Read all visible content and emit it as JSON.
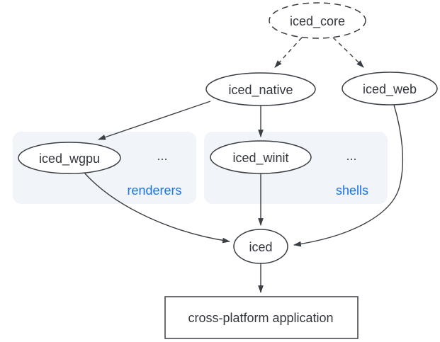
{
  "colors": {
    "edge_stroke": "#3a3f45",
    "node_fill": "#ffffff",
    "node_text": "#33373d",
    "group_fill": "#f1f4f8",
    "group_label": "#1a73e8"
  },
  "nodes": {
    "iced_core": "iced_core",
    "iced_native": "iced_native",
    "iced_web": "iced_web",
    "iced_wgpu": "iced_wgpu",
    "iced_winit": "iced_winit",
    "iced": "iced",
    "application": "cross-platform application"
  },
  "groups": {
    "renderers": {
      "label": "renderers",
      "ellipsis": "..."
    },
    "shells": {
      "label": "shells",
      "ellipsis": "..."
    }
  },
  "edges": [
    {
      "from": "iced_core",
      "to": "iced_native",
      "style": "dashed"
    },
    {
      "from": "iced_core",
      "to": "iced_web",
      "style": "dashed"
    },
    {
      "from": "iced_native",
      "to": "iced_wgpu",
      "style": "solid"
    },
    {
      "from": "iced_native",
      "to": "iced_winit",
      "style": "solid"
    },
    {
      "from": "iced_wgpu",
      "to": "iced",
      "style": "solid"
    },
    {
      "from": "iced_winit",
      "to": "iced",
      "style": "solid"
    },
    {
      "from": "iced_web",
      "to": "iced",
      "style": "solid"
    },
    {
      "from": "iced",
      "to": "application",
      "style": "solid"
    }
  ]
}
